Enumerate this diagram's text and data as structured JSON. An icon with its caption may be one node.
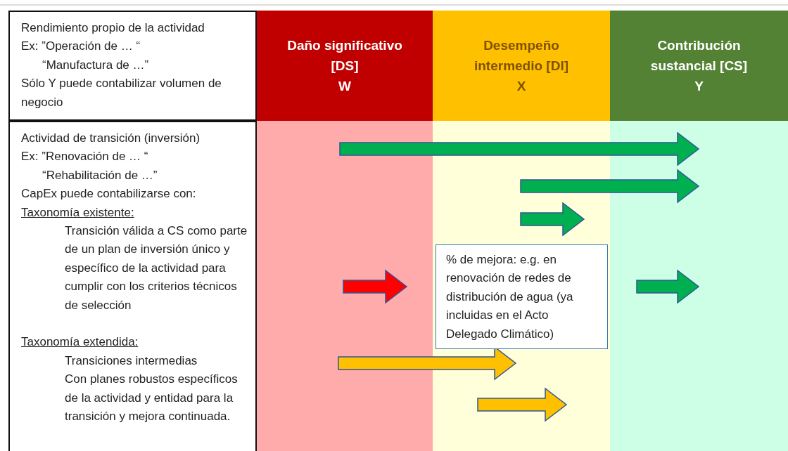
{
  "diagram": {
    "nodes": [
      {
        "text": [
          "Rendimiento propio de la actividad",
          "Ex: ”Operación de … “",
          "“Manufactura de …”",
          "Sólo Y puede contabilizar volumen de negocio"
        ]
      },
      {
        "text": [
          "Daño significativo [DS]",
          "W"
        ]
      },
      {
        "text": [
          "Desempeño intermedio [DI]",
          "X"
        ]
      },
      {
        "text": [
          "Contribución sustancial [CS]",
          "Y"
        ]
      },
      {
        "text": [
          "Actividad de transición (inversión)",
          "Ex: ”Renovación de … “",
          "“Rehabilitación de …”",
          "CapEx puede contabilizarse con:",
          "Taxonomía existente:",
          "Transición válida a CS como parte de un plan de inversión único y específico de la actividad para cumplir con los criterios técnicos de selección",
          "Taxonomía extendida:",
          "Transiciones intermedias",
          "Con planes robustos específicos de la actividad y entidad para la transición y mejora continuada."
        ]
      },
      {
        "text": [
          "% de mejora: e.g. en renovación de redes de distribución de agua (ya incluidas en el Acto Delegado Climático)"
        ]
      }
    ],
    "edges": []
  }
}
